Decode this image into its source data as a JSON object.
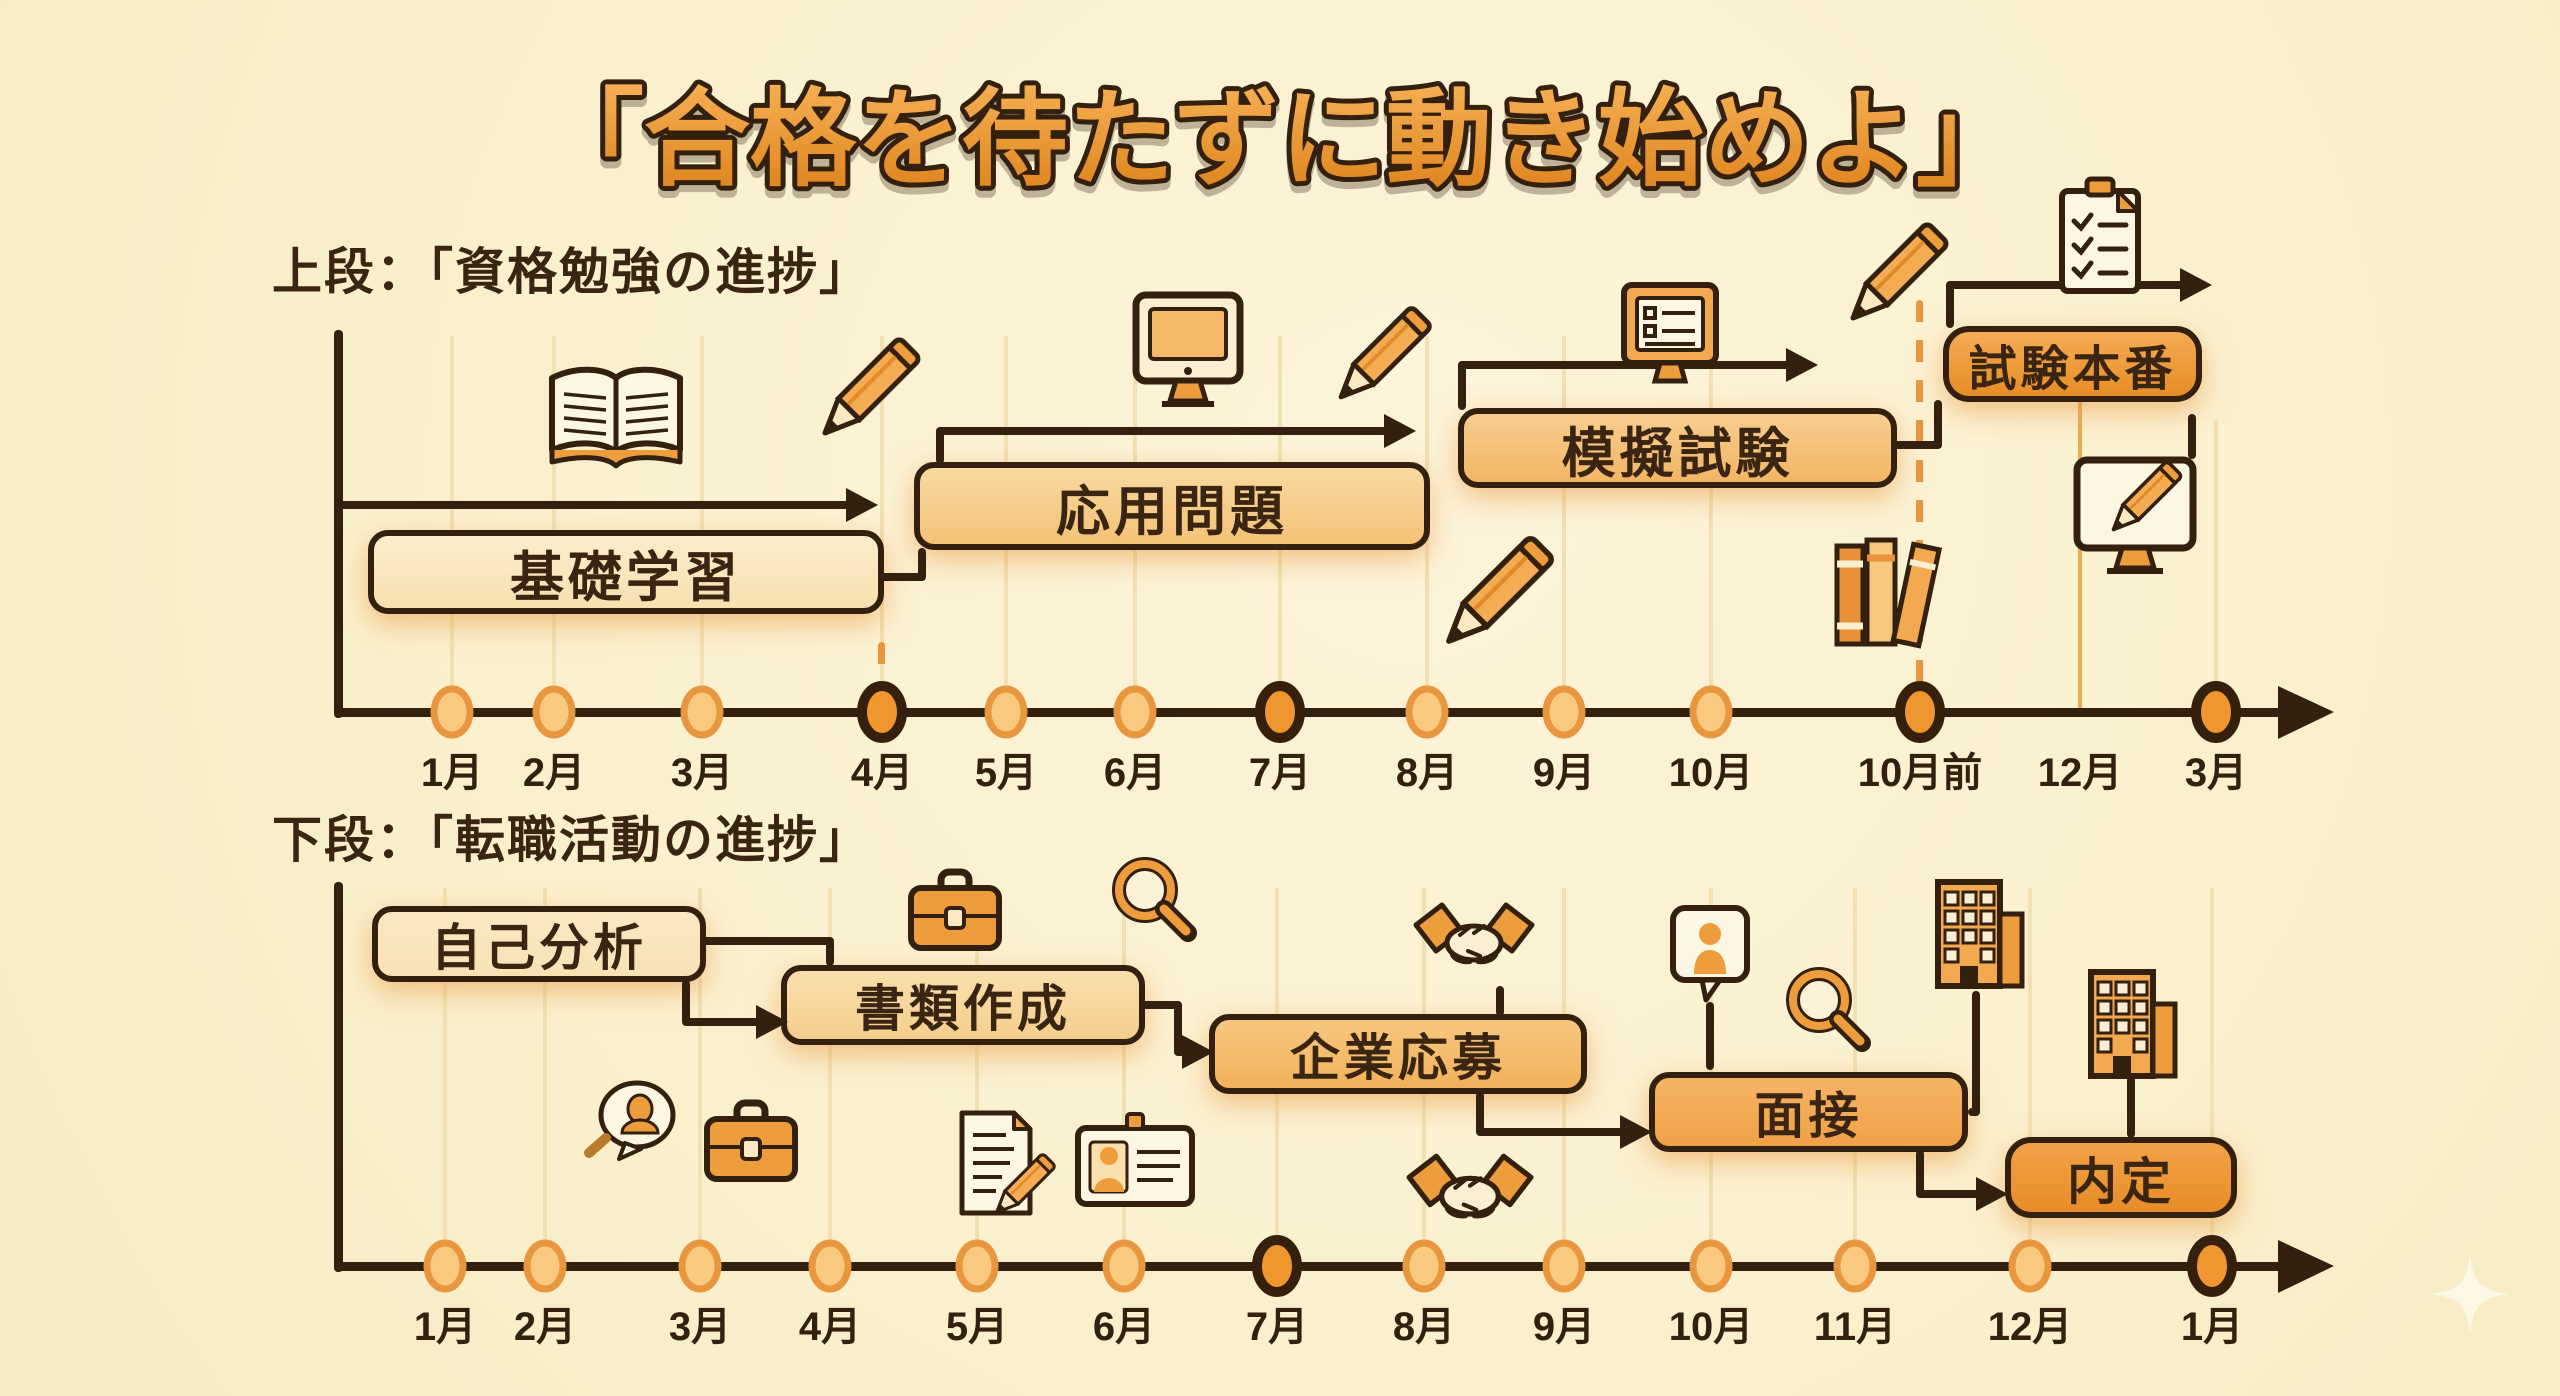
{
  "title": "「合格を待たずに動き始めよ」",
  "upper": {
    "label": "上段：「資格勉強の進捗」",
    "boxes": [
      {
        "label": "基礎学習"
      },
      {
        "label": "応用問題"
      },
      {
        "label": "模擬試験"
      },
      {
        "label": "試験本番"
      }
    ],
    "months": [
      {
        "label": "1月"
      },
      {
        "label": "2月"
      },
      {
        "label": "3月"
      },
      {
        "label": "4月",
        "emphasis": true
      },
      {
        "label": "5月"
      },
      {
        "label": "6月"
      },
      {
        "label": "7月",
        "emphasis": true
      },
      {
        "label": "8月"
      },
      {
        "label": "9月"
      },
      {
        "label": "10月"
      },
      {
        "label": "10月前",
        "emphasis": true
      },
      {
        "label": "12月",
        "dot": false
      },
      {
        "label": "3月",
        "emphasis": true
      }
    ]
  },
  "lower": {
    "label": "下段：「転職活動の進捗」",
    "boxes": [
      {
        "label": "自己分析"
      },
      {
        "label": "書類作成"
      },
      {
        "label": "企業応募"
      },
      {
        "label": "面接"
      },
      {
        "label": "内定"
      }
    ],
    "months": [
      {
        "label": "1月"
      },
      {
        "label": "2月"
      },
      {
        "label": "3月"
      },
      {
        "label": "4月"
      },
      {
        "label": "5月"
      },
      {
        "label": "6月"
      },
      {
        "label": "7月",
        "emphasis": true
      },
      {
        "label": "8月"
      },
      {
        "label": "9月"
      },
      {
        "label": "10月"
      },
      {
        "label": "11月"
      },
      {
        "label": "12月"
      },
      {
        "label": "1月",
        "emphasis": true
      }
    ]
  },
  "icons": {
    "upper": [
      "open-book",
      "pencil",
      "monitor",
      "pencil",
      "monitor-list",
      "pencil",
      "clipboard-checklist",
      "books",
      "pencil",
      "monitor-pencil"
    ],
    "lower": [
      "briefcase",
      "magnifier",
      "person-search-bubble",
      "briefcase",
      "document-pencil",
      "id-card",
      "handshake",
      "person-speech-bubble",
      "magnifier",
      "handshake",
      "building",
      "building"
    ],
    "decor": [
      "sparkle"
    ]
  },
  "colors": {
    "background": "#FAF0CD",
    "dark_brown": "#33200F",
    "accent_orange": "#E8973F",
    "deep_orange": "#E78D26",
    "cream_box": "#FBEDCB",
    "grid_pale": "#F1E0B2",
    "title_orange": "#EC9737"
  }
}
